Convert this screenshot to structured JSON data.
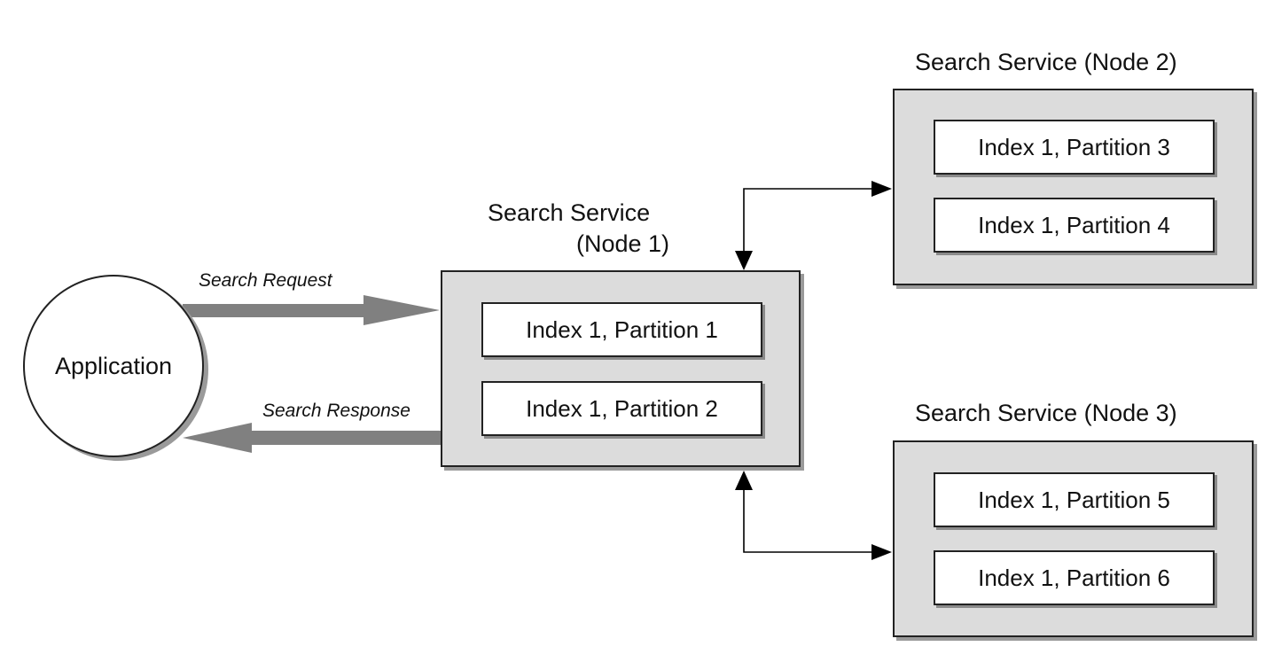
{
  "application": {
    "label": "Application"
  },
  "edges": {
    "request": "Search Request",
    "response": "Search Response"
  },
  "node1": {
    "title_line1": "Search Service",
    "title_line2": "(Node 1)",
    "partitions": [
      "Index 1, Partition 1",
      "Index 1, Partition 2"
    ]
  },
  "node2": {
    "title": "Search Service (Node 2)",
    "partitions": [
      "Index 1, Partition 3",
      "Index 1, Partition 4"
    ]
  },
  "node3": {
    "title": "Search Service (Node 3)",
    "partitions": [
      "Index 1, Partition 5",
      "Index 1, Partition 6"
    ]
  },
  "colors": {
    "node_fill": "#dcdcdc",
    "flow_arrow": "#808080",
    "line": "#000000"
  }
}
